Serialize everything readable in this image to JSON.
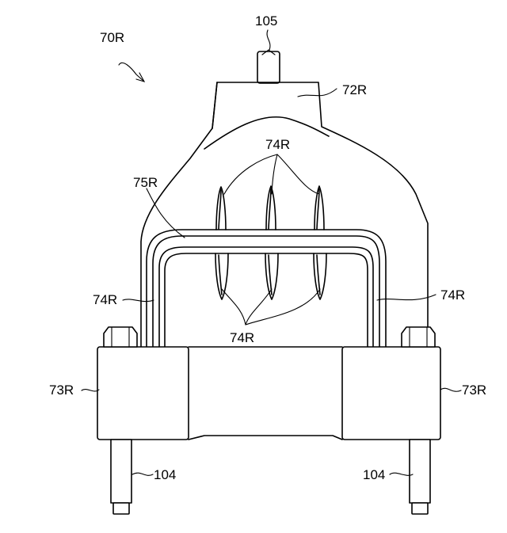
{
  "figure": {
    "labels": {
      "assembly": "70R",
      "shaft_top": "105",
      "upper_bracket": "72R",
      "ribs_top": "74R",
      "frame": "75R",
      "rib_left": "74R",
      "rib_right": "74R",
      "ribs_bottom": "74R",
      "block_left": "73R",
      "block_right": "73R",
      "bolt_left": "104",
      "bolt_right": "104"
    }
  }
}
